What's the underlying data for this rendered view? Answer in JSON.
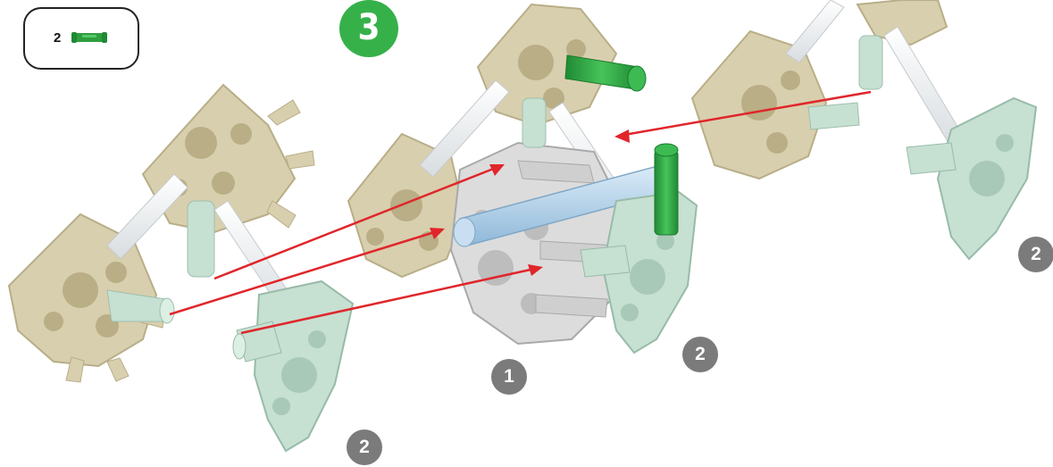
{
  "parts_box": {
    "quantity": "2",
    "part_icon": "green-connector-icon"
  },
  "step": {
    "number": "3",
    "color": "#36b14a"
  },
  "callouts": [
    {
      "label": "1"
    },
    {
      "label": "2"
    },
    {
      "label": "2"
    },
    {
      "label": "2"
    }
  ],
  "colors": {
    "arrow": "#e0262b",
    "beige_part": "#d8cfae",
    "mint_part": "#c6e0d2",
    "grey_hub": "#dcdcdc",
    "blue_rod": "#b6d3ea",
    "green_connector": "#2e9e3e",
    "callout_badge": "#7b7b7c"
  }
}
